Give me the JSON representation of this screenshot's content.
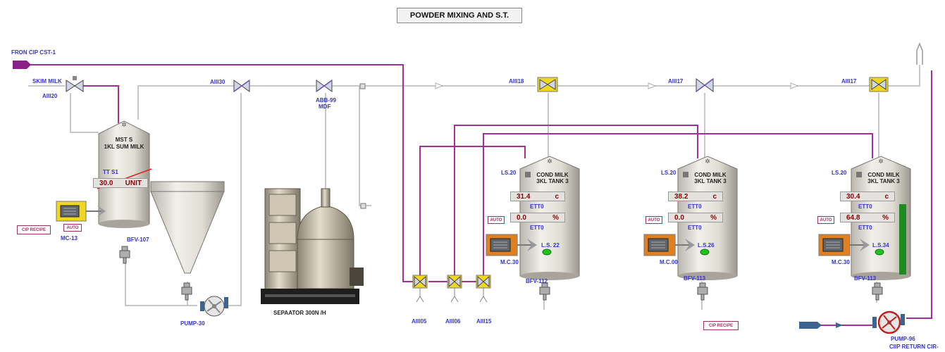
{
  "title": "POWDER MIXING AND S.T.",
  "source_labels": {
    "from_cip": "FRON CIP CST-1",
    "skim_milk": "SKIM MILK",
    "cip_return": "CIIP RETURN CIR-"
  },
  "valves": {
    "a1": "AIII20",
    "a2": "AIII30",
    "a3": "ABB-99",
    "a3_sub": "MDF",
    "a4": "AIII18",
    "a5": "AIII17",
    "a6": "AIII17",
    "b1": "AIII05",
    "b2": "AIII06",
    "b3": "AIII15"
  },
  "mst": {
    "name": "MST S",
    "desc": "1KL SUM MILK",
    "tt_label": "TT S1",
    "value": "30.0",
    "unit": "UNIT",
    "mode": "AUTO",
    "motor": "MC-13",
    "valve": "BFV-107",
    "cip_recipe": "CIP RECIPE"
  },
  "pump30": "PUMP-30",
  "separator": "SEPAATOR 300N /H",
  "tanks": [
    {
      "ls_top": "LS.20",
      "name": "COND MILK",
      "desc": "3KL TANK 3",
      "temp": "31.4",
      "temp_unit": "c",
      "ett1": "ETT0",
      "level": "0.0",
      "level_unit": "%",
      "ett2": "ETT0",
      "mode": "AUTO",
      "ls_bot": "L.S. 22",
      "motor": "M.C.30",
      "valve": "BFV-112",
      "level_frac": 0
    },
    {
      "ls_top": "LS.20",
      "name": "COND MILK",
      "desc": "3KL TANK 3",
      "temp": "38.2",
      "temp_unit": "c",
      "ett1": "ETT0",
      "level": "0.0",
      "level_unit": "%",
      "ett2": "ETT0",
      "mode": "AUTO",
      "ls_bot": "L.S.26",
      "motor": "M.C.00",
      "valve": "BFV-113",
      "level_frac": 0
    },
    {
      "ls_top": "LS.20",
      "name": "COND MILK",
      "desc": "3KL TANK 3",
      "temp": "30.4",
      "temp_unit": "c",
      "ett1": "ETT0",
      "level": "64.8",
      "level_unit": "%",
      "ett2": "ETT0",
      "mode": "AUTO",
      "ls_bot": "L.S.34",
      "motor": "M.C.30",
      "valve": "BFV-113",
      "level_frac": 0.648
    }
  ],
  "cip_recipe2": "CIP RECIPE",
  "pump_return": "PUMP-96",
  "colors": {
    "cip_line": "#a0309a",
    "product_line": "#c8c8c8",
    "label_blue": "#3434c8",
    "value_red": "#8b0000",
    "level_green": "#1f8a1f",
    "motor_orange": "#e08020",
    "motor_yellow": "#f0d820"
  }
}
